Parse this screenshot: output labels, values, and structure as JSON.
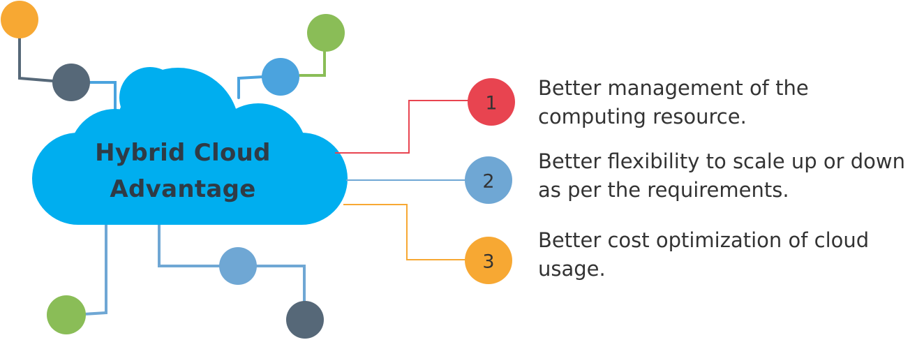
{
  "title": {
    "line1": "Hybrid Cloud",
    "line2": "Advantage"
  },
  "colors": {
    "cloud": "#00aeef",
    "red": "#e84450",
    "blue": "#6fa7d4",
    "orange": "#f7a833",
    "green": "#8abd57",
    "slate": "#566878",
    "mid_blue": "#4ba3de"
  },
  "points": [
    {
      "number": "1",
      "text": "Better management of the computing resource."
    },
    {
      "number": "2",
      "text": "Better flexibility to scale up or down as per the requirements."
    },
    {
      "number": "3",
      "text": "Better cost optimization of cloud usage."
    }
  ]
}
